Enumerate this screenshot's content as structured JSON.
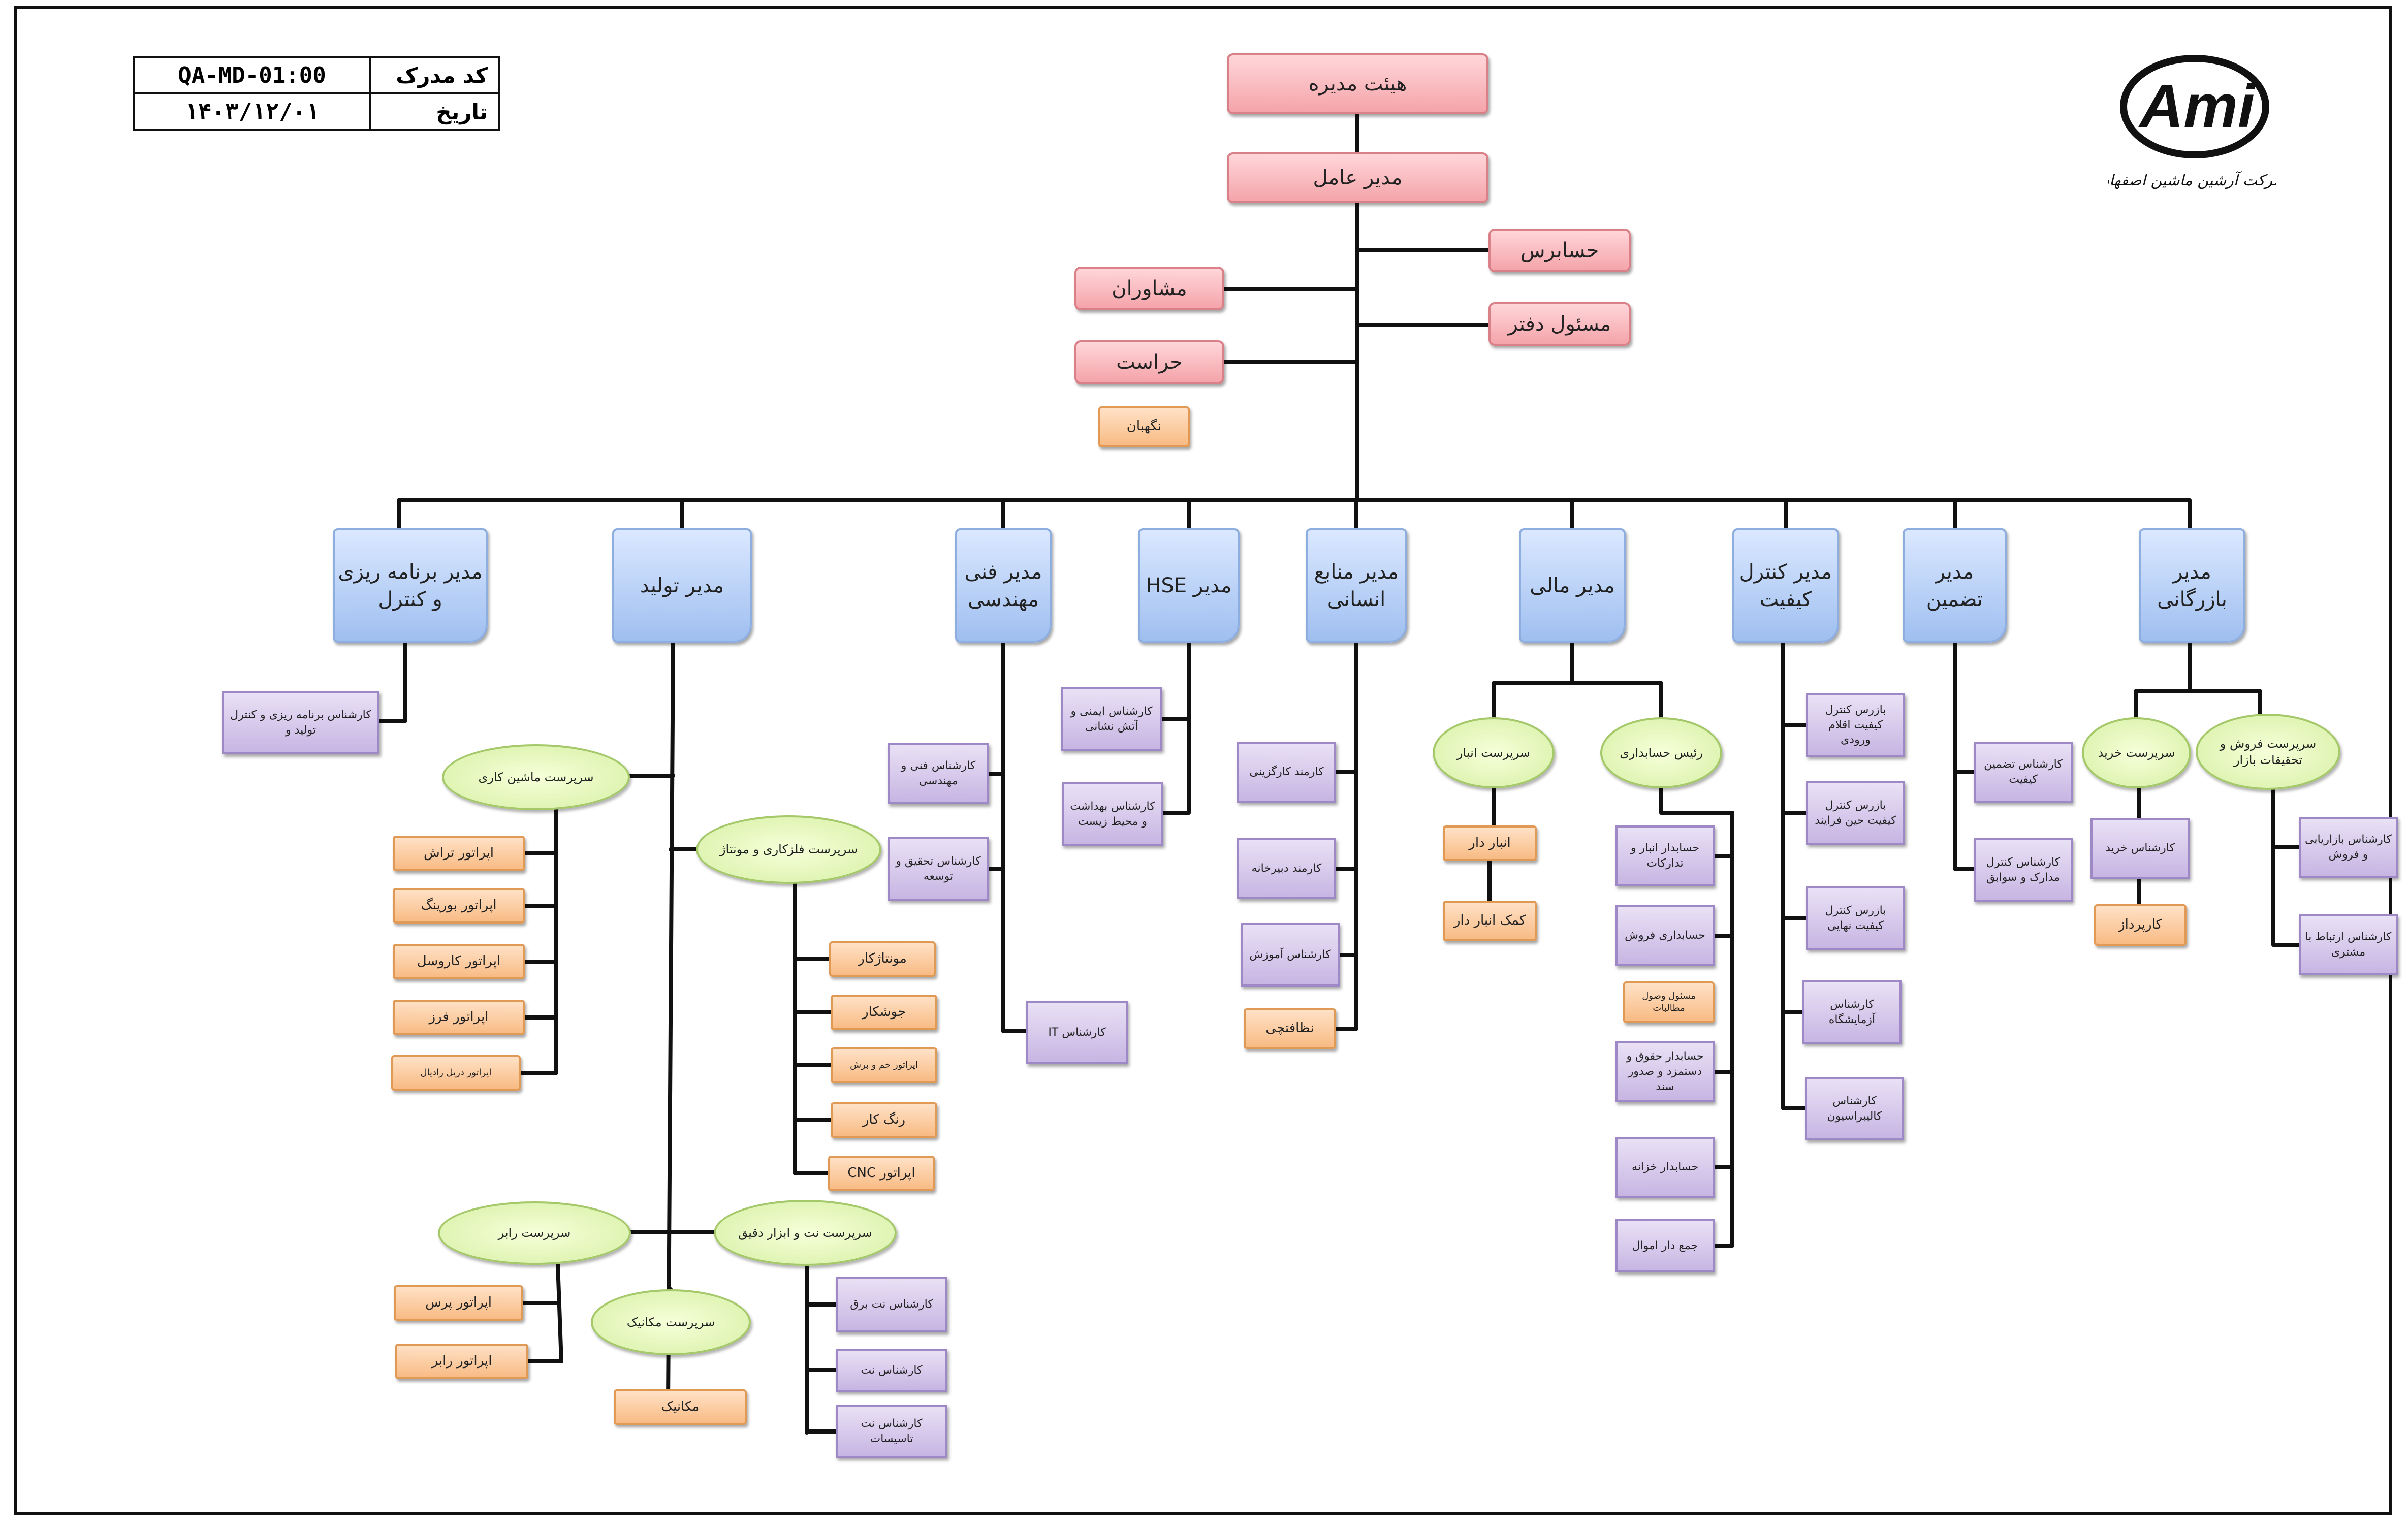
{
  "document": {
    "code_label": "کد مدرک",
    "code_value": "QA-MD-01:00",
    "date_label": "تاریخ",
    "date_value": "۱۴۰۳/۱۲/۰۱"
  },
  "logo": {
    "mark": "Ami",
    "company_name": "شرکت آرشین ماشین اصفهان"
  },
  "org": {
    "board": "هیئت مدیره",
    "ceo": "مدیر عامل",
    "auditor": "حسابرس",
    "office": "مسئول دفتر",
    "advisors": "مشاوران",
    "security": "حراست",
    "guard": "نگهبان",
    "managers": {
      "planning": "مدیر برنامه ریزی و کنترل",
      "production": "مدیر تولید",
      "engineering": "مدیر فنی مهندسی",
      "hse": "مدیر HSE",
      "hr": "مدیر منابع انسانی",
      "finance": "مدیر مالی",
      "qc": "مدیر کنترل کیفیت",
      "qa": "مدیر تضمین",
      "sales": "مدیر بازرگانی"
    },
    "planning_staff": "کارشناس برنامه ریزی و کنترل تولید و",
    "production": {
      "machining_sup": "سرپرست ماشین کاری",
      "machining_ops": [
        "اپراتور تراش",
        "اپراتور بورینگ",
        "اپراتور کاروسل",
        "اپراتور فرز",
        "اپراتور دریل رادیال"
      ],
      "metal_sup": "سرپرست فلزکاری و مونتاژ",
      "metal_ops": [
        "مونتاژکار",
        "جوشکار",
        "اپراتور خم و برش",
        "رنگ کار",
        "اپراتور CNC"
      ],
      "press_sup": "سرپرست رابر",
      "press_ops": [
        "اپراتور پرس",
        "اپراتور رابر"
      ],
      "mech_sup": "سرپرست مکانیک",
      "mech_ops": [
        "مکانیک"
      ],
      "tool_sup": "سرپرست نت و ابزار دقیق",
      "tool_staff": [
        "کارشناس نت برق",
        "کارشناس نت",
        "کارشناس نت تاسیسات"
      ]
    },
    "engineering_staff": [
      "کارشناس فنی و مهندسی",
      "کارشناس تحقیق و توسعه",
      "کارشناس IT"
    ],
    "hse_staff": [
      "کارشناس ایمنی و آتش نشانی",
      "کارشناس بهداشت و محیط زیست"
    ],
    "hr_staff": [
      "کارمند کارگزینی",
      "کارمند دبیرخانه",
      "کارشناس آموزش"
    ],
    "hr_ops": "نظافتچی",
    "finance": {
      "warehouse_sup": "سرپرست انبار",
      "warehouse_staff": [
        "انبار دار",
        "کمک انبار دار"
      ],
      "acct_head": "رئیس حسابداری",
      "acct_staff": [
        "حسابدار انبار و تدارکات",
        "حسابداری فروش"
      ],
      "collections": "مسئول وصول مطالبات",
      "acct_staff2": [
        "حسابدار حقوق و دستمزد و صدور سند",
        "حسابدار خزانه",
        "جمع دار اموال"
      ]
    },
    "qc_staff": [
      "بازرس کنترل کیفیت اقلام ورودی",
      "بازرس کنترل کیفیت حین فرایند",
      "بازرس کنترل کیفیت نهایی",
      "کارشناس آزمایشگاه",
      "کارشناس کالیبراسیون"
    ],
    "qa_staff": [
      "کارشناس تضمین کیفیت",
      "کارشناس کنترل مدارک و سوابق"
    ],
    "sales": {
      "purchase_sup": "سرپرست خرید",
      "purchase_staff": "کارشناس خرید",
      "purchase_ops": "کارپرداز",
      "market_sup": "سرپرست فروش و تحقیقات بازار",
      "market_staff": [
        "کارشناس بازاریابی و فروش",
        "کارشناس ارتباط با مشتری"
      ]
    }
  },
  "colors": {
    "executive": "#f4a4aa",
    "manager": "#9fbff0",
    "staff": "#c7b5e3",
    "operator": "#f8bb84",
    "supervisor": "#d6f0a5",
    "connector": "#111111"
  }
}
